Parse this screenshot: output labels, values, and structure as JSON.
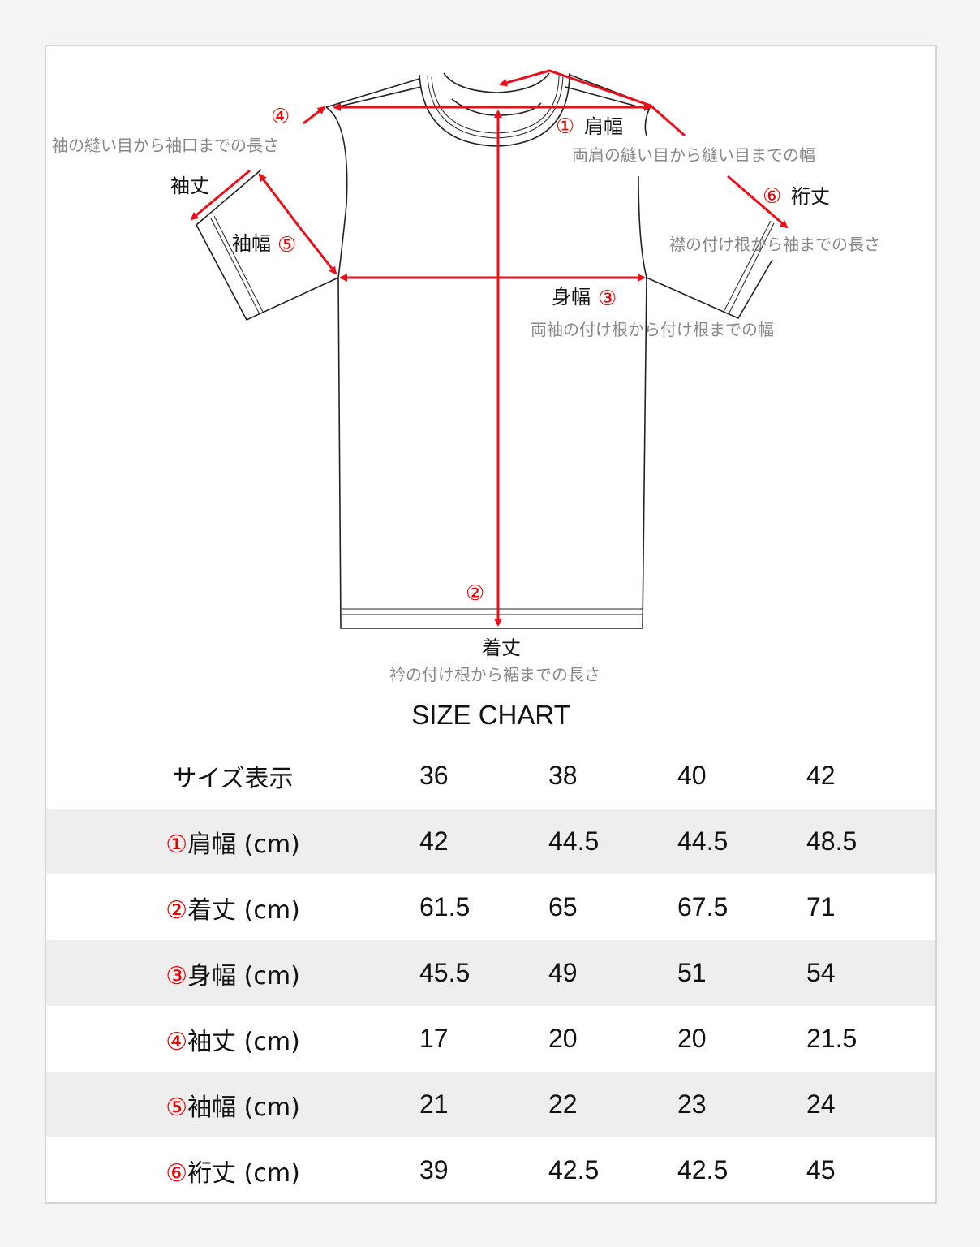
{
  "diagram": {
    "labels": {
      "m1": {
        "num": "①",
        "name": "肩幅",
        "desc": "両肩の縫い目から縫い目までの幅"
      },
      "m2": {
        "num": "②",
        "name": "着丈",
        "desc": "衿の付け根から裾までの長さ"
      },
      "m3": {
        "num": "③",
        "name": "身幅",
        "desc": "両袖の付け根から付け根までの幅"
      },
      "m4": {
        "num": "④",
        "name": "袖丈",
        "desc": "袖の縫い目から袖口までの長さ"
      },
      "m5": {
        "num": "⑤",
        "name": "袖幅"
      },
      "m6": {
        "num": "⑥",
        "name": "裄丈",
        "desc": "襟の付け根から袖までの長さ"
      }
    },
    "colors": {
      "arrow": "#e8101a",
      "line": "#222222",
      "desc_text": "#888888"
    }
  },
  "size_chart": {
    "title": "SIZE CHART",
    "header_label": "サイズ表示",
    "sizes": [
      "36",
      "38",
      "40",
      "42"
    ],
    "rows": [
      {
        "num": "①",
        "name": "肩幅 (cm)",
        "values": [
          "42",
          "44.5",
          "44.5",
          "48.5"
        ]
      },
      {
        "num": "②",
        "name": "着丈 (cm)",
        "values": [
          "61.5",
          "65",
          "67.5",
          "71"
        ]
      },
      {
        "num": "③",
        "name": "身幅 (cm)",
        "values": [
          "45.5",
          "49",
          "51",
          "54"
        ]
      },
      {
        "num": "④",
        "name": "袖丈 (cm)",
        "values": [
          "17",
          "20",
          "20",
          "21.5"
        ]
      },
      {
        "num": "⑤",
        "name": "袖幅 (cm)",
        "values": [
          "21",
          "22",
          "23",
          "24"
        ]
      },
      {
        "num": "⑥",
        "name": "裄丈 (cm)",
        "values": [
          "39",
          "42.5",
          "42.5",
          "45"
        ]
      }
    ]
  }
}
